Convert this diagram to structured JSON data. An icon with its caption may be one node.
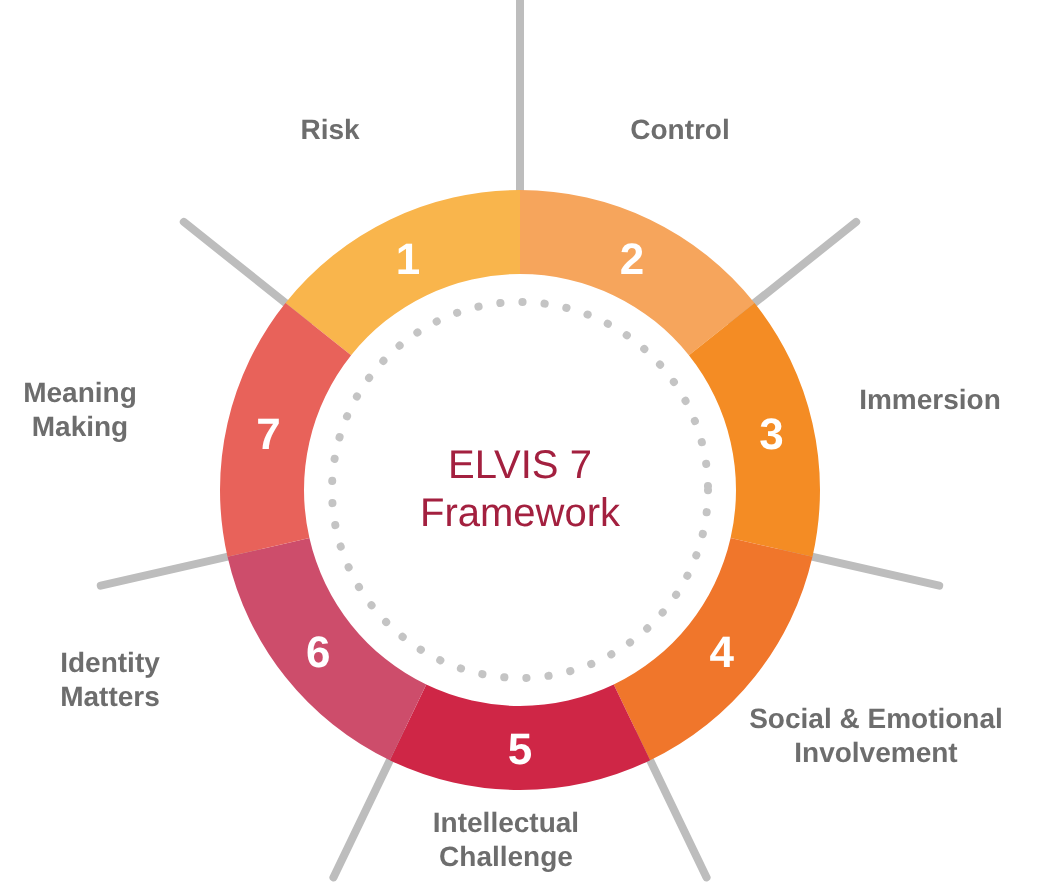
{
  "diagram": {
    "nodes": [
      {
        "text": [
          "ELVIS 7 Framework"
        ]
      },
      {
        "text": [
          "1"
        ],
        "beside": [
          "Risk"
        ]
      },
      {
        "text": [
          "2"
        ],
        "beside": [
          "Control"
        ]
      },
      {
        "text": [
          "3"
        ],
        "beside": [
          "Immersion"
        ]
      },
      {
        "text": [
          "4"
        ],
        "beside": [
          "Social & Emotional Involvement"
        ]
      },
      {
        "text": [
          "5"
        ],
        "beside": [
          "Intellectual Challenge"
        ]
      },
      {
        "text": [
          "6"
        ],
        "beside": [
          "Identity Matters"
        ]
      },
      {
        "text": [
          "7"
        ],
        "beside": [
          "Meaning Making"
        ]
      }
    ]
  }
}
